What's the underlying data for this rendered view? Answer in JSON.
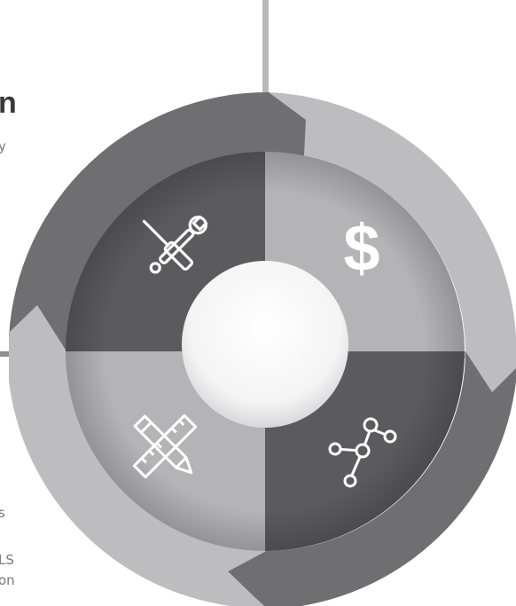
{
  "heading_fragment": "n",
  "text_fragments": [
    "y",
    "s",
    "LS",
    "on"
  ],
  "segments": [
    {
      "position": "top-left",
      "icon": "tools-icon"
    },
    {
      "position": "top-right",
      "icon": "dollar-icon",
      "label": "$"
    },
    {
      "position": "bottom-right",
      "icon": "network-nodes-icon"
    },
    {
      "position": "bottom-left",
      "icon": "ruler-pencil-icon"
    }
  ],
  "colors": {
    "ring_dark": "#717173",
    "ring_light": "#bdbdbf",
    "segment_dark": "#5b5b5d",
    "segment_light": "#b4b4b6",
    "center": "#ffffff"
  }
}
